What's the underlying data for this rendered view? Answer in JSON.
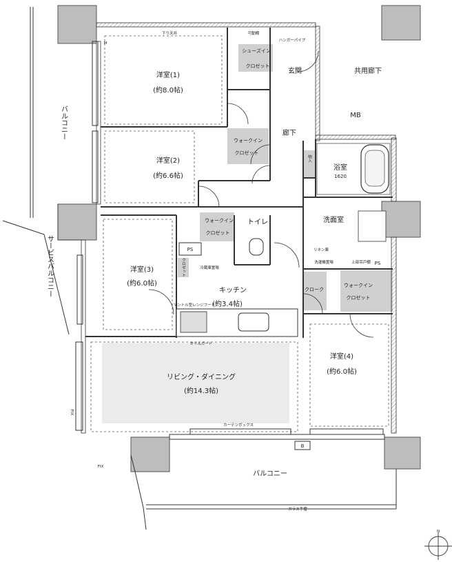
{
  "rooms": {
    "western1_name": "洋室(1)",
    "western1_size": "(約8.0帖)",
    "western2_name": "洋室(2)",
    "western2_size": "(約6.6帖)",
    "western3_name": "洋室(3)",
    "western3_size": "(約6.0帖)",
    "western4_name": "洋室(4)",
    "western4_size": "(約6.0帖)",
    "living_name": "リビング・ダイニング",
    "living_size": "(約14.3帖)",
    "kitchen_name": "キッチン",
    "kitchen_size": "(約3.4帖)",
    "bath_name": "浴室",
    "bath_size": "1620",
    "washroom": "洗面室",
    "toilet": "トイレ",
    "entrance": "玄関",
    "hallway": "廊下",
    "common_corridor": "共用廊下",
    "mb": "MB",
    "balcony_west": "バルコニー",
    "balcony_south": "バルコニー",
    "service_balcony": "サービスバルコニー"
  },
  "storage": {
    "shoes_in_closet_line1": "シューズイン",
    "shoes_in_closet_line2": "クロゼット",
    "walk_in_closet_1_line1": "ウォークイン",
    "walk_in_closet_1_line2": "クロゼット",
    "walk_in_closet_2_line1": "ウォークイン",
    "walk_in_closet_2_line2": "クロゼット",
    "walk_in_closet_3_line1": "ウォークイン",
    "walk_in_closet_3_line2": "クロゼット",
    "cloak": "クローク",
    "closet": "クロゼット",
    "storage": "物入",
    "refrigerator": "冷蔵庫置場",
    "washer": "洗濯機置場",
    "mantle": "マントル型レンジフード",
    "oil_guard": "オイルガード",
    "linen": "リネン庫",
    "upper_storage": "上部吊戸棚"
  },
  "annotations": {
    "ps": "PS",
    "ps_right": "PS",
    "drop_ceiling": "下り天井",
    "curtain_box": "カーテンボックス",
    "glass_railing": "ガラス手摺",
    "fix": "FIX",
    "fix_window": "FIX",
    "beam": "B",
    "compass_n": "N",
    "movable_shelf": "可動棚",
    "hanging_pipe": "ハンガーパイプ",
    "m": "M"
  }
}
